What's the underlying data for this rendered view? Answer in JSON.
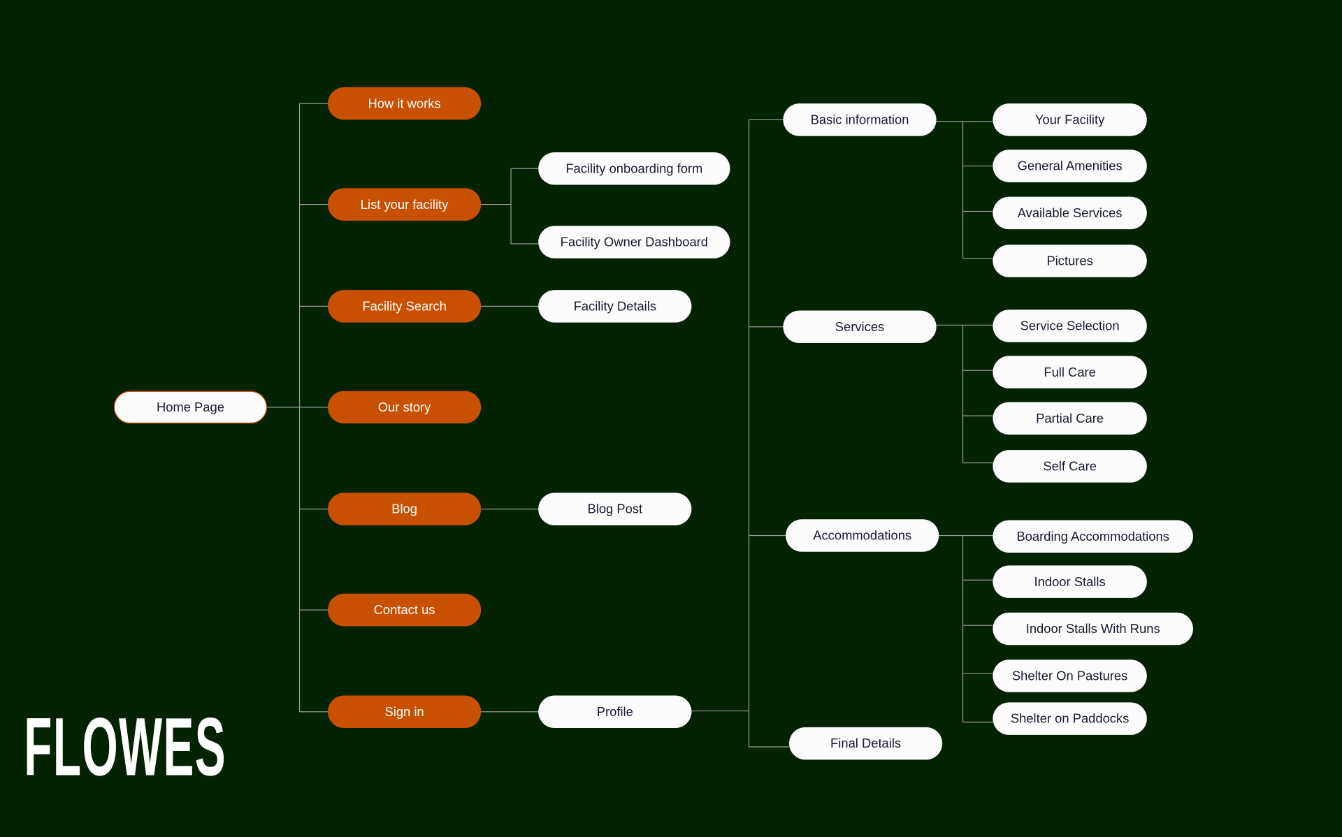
{
  "brand": {
    "logo_text": "FLOWES"
  },
  "colors": {
    "background": "#022201",
    "primary": "#c95000",
    "node": "#fcfcfd",
    "line": "#9a9a9a"
  },
  "nodes": {
    "home": "Home Page",
    "how_it_works": "How it works",
    "list_facility": "List your facility",
    "facility_search": "Facility Search",
    "our_story": "Our story",
    "blog": "Blog",
    "contact_us": "Contact us",
    "sign_in": "Sign in",
    "onboarding_form": "Facility onboarding form",
    "owner_dashboard": "Facility Owner Dashboard",
    "facility_details": "Facility Details",
    "blog_post": "Blog Post",
    "profile": "Profile",
    "basic_information": "Basic information",
    "services": "Services",
    "accommodations": "Accommodations",
    "final_details": "Final Details",
    "your_facility": "Your Facility",
    "general_amenities": "General Amenities",
    "available_services": "Available Services",
    "pictures": "Pictures",
    "service_selection": "Service Selection",
    "full_care": "Full Care",
    "partial_care": "Partial Care",
    "self_care": "Self Care",
    "boarding_accommodations": "Boarding Accommodations",
    "indoor_stalls": "Indoor Stalls",
    "indoor_stalls_runs": "Indoor Stalls With Runs",
    "shelter_pastures": "Shelter On Pastures",
    "shelter_paddocks": "Shelter on Paddocks"
  }
}
